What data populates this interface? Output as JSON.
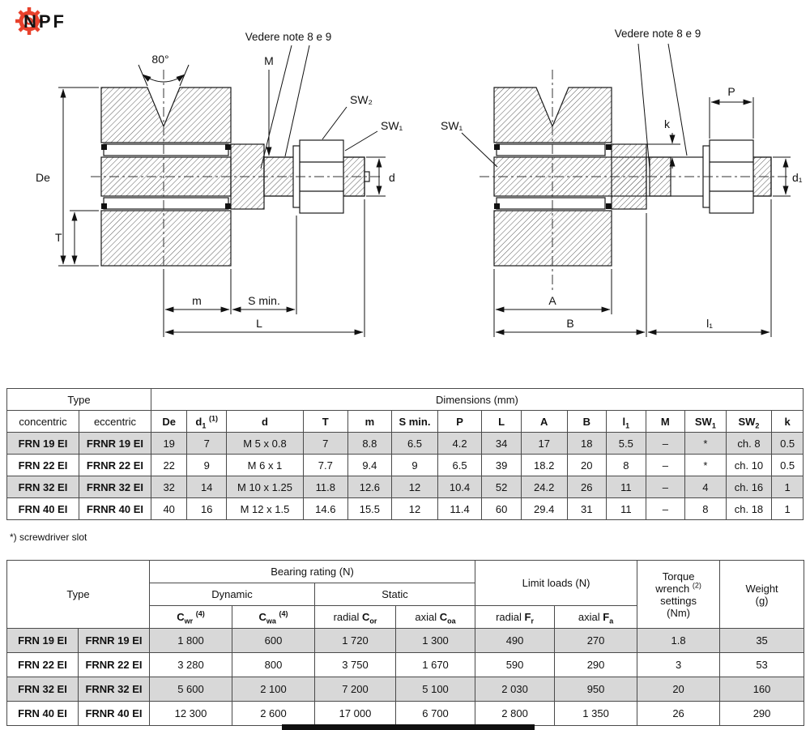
{
  "logo": {
    "text": "NPF"
  },
  "drawing_left": {
    "note": "Vedere note 8 e 9",
    "angle": "80°",
    "M": "M",
    "SW2": "SW₂",
    "SW1": "SW₁",
    "De": "De",
    "T": "T",
    "d": "d",
    "m": "m",
    "S_min": "S min.",
    "L": "L"
  },
  "drawing_right": {
    "note": "Vedere note 8 e 9",
    "SW1": "SW₁",
    "k": "k",
    "P": "P",
    "d1": "d₁",
    "A": "A",
    "B": "B",
    "l1": "l₁"
  },
  "dim_table": {
    "type_header": "Type",
    "dims_header": "Dimensions  (mm)",
    "col_headers": {
      "concentric": "concentric",
      "eccentric": "eccentric",
      "De": "De",
      "d1": "d<sub>1</sub> <sup>(1)</sup>",
      "d": "d",
      "T": "T",
      "m": "m",
      "S_min": "S min.",
      "P": "P",
      "L": "L",
      "A": "A",
      "B": "B",
      "l1": "l<sub>1</sub>",
      "M": "M",
      "SW1": "SW<sub>1</sub>",
      "SW2": "SW<sub>2</sub>",
      "k": "k"
    },
    "rows": [
      {
        "concentric": "FRN 19 EI",
        "eccentric": "FRNR 19 EI",
        "values": [
          "19",
          "7",
          "M 5 x 0.8",
          "7",
          "8.8",
          "6.5",
          "4.2",
          "34",
          "17",
          "18",
          "5.5",
          "–",
          "*",
          "ch. 8",
          "0.5"
        ]
      },
      {
        "concentric": "FRN 22 EI",
        "eccentric": "FRNR 22 EI",
        "values": [
          "22",
          "9",
          "M 6 x 1",
          "7.7",
          "9.4",
          "9",
          "6.5",
          "39",
          "18.2",
          "20",
          "8",
          "–",
          "*",
          "ch. 10",
          "0.5"
        ]
      },
      {
        "concentric": "FRN 32 EI",
        "eccentric": "FRNR 32 EI",
        "values": [
          "32",
          "14",
          "M 10 x 1.25",
          "11.8",
          "12.6",
          "12",
          "10.4",
          "52",
          "24.2",
          "26",
          "11",
          "–",
          "4",
          "ch. 16",
          "1"
        ]
      },
      {
        "concentric": "FRN 40 EI",
        "eccentric": "FRNR 40 EI",
        "values": [
          "40",
          "16",
          "M 12 x 1.5",
          "14.6",
          "15.5",
          "12",
          "11.4",
          "60",
          "29.4",
          "31",
          "11",
          "–",
          "8",
          "ch. 18",
          "1"
        ]
      }
    ]
  },
  "footnote": "*) screwdriver slot",
  "load_table": {
    "type_header": "Type",
    "bearing_header": "Bearing rating (N)",
    "dynamic_header": "Dynamic",
    "static_header": "Static",
    "limit_header": "Limit loads (N)",
    "torque_header": "Torque<br>wrench <sup>(2)</sup><br>settings<br>(Nm)",
    "weight_header": "Weight<br>(g)",
    "col_headers": {
      "cwr": "C<sub>wr</sub> <sup>(4)</sup>",
      "cwa": "C<sub>wa</sub> <sup>(4)</sup>",
      "cor": "radial <b>C<sub>or</sub></b>",
      "coa": "axial <b>C<sub>oa</sub></b>",
      "fr": "radial <b>F<sub>r</sub></b>",
      "fa": "axial <b>F<sub>a</sub></b>"
    },
    "rows": [
      {
        "concentric": "FRN 19 EI",
        "eccentric": "FRNR 19 EI",
        "values": [
          "1 800",
          "600",
          "1 720",
          "1 300",
          "490",
          "270",
          "1.8",
          "35"
        ]
      },
      {
        "concentric": "FRN 22 EI",
        "eccentric": "FRNR 22 EI",
        "values": [
          "3 280",
          "800",
          "3 750",
          "1 670",
          "590",
          "290",
          "3",
          "53"
        ]
      },
      {
        "concentric": "FRN 32 EI",
        "eccentric": "FRNR 32 EI",
        "values": [
          "5 600",
          "2 100",
          "7 200",
          "5 100",
          "2 030",
          "950",
          "20",
          "160"
        ]
      },
      {
        "concentric": "FRN 40 EI",
        "eccentric": "FRNR 40 EI",
        "values": [
          "12 300",
          "2 600",
          "17 000",
          "6 700",
          "2 800",
          "1 350",
          "26",
          "290"
        ]
      }
    ]
  }
}
